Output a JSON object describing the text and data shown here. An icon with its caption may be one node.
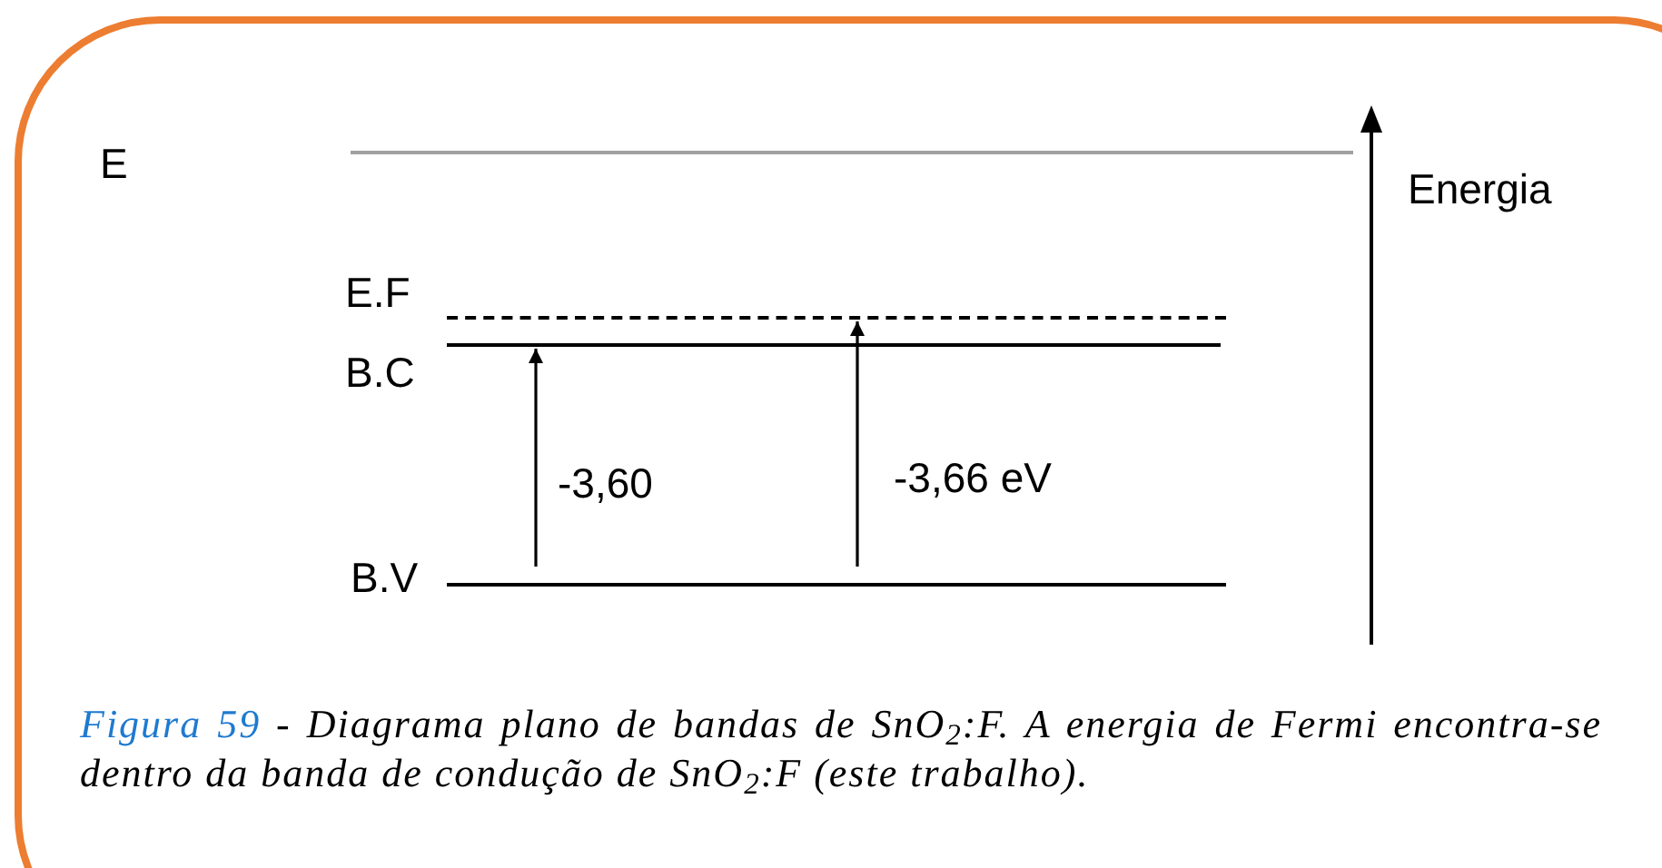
{
  "diagram": {
    "caption": "Figura 59 - Diagrama plano de bandas de SnO$_{2}$:F. A energia de Fermi encontra-se dentro da banda de condução de SnO$_{2}$:F (este trabalho).",
    "nodes": [
      {
        "text": [],
        "shape": "bar"
      },
      {
        "text": [],
        "shape": "bar",
        "beside": [
          "E.F"
        ]
      },
      {
        "text": [],
        "shape": "bar",
        "beside": [
          "B.C"
        ]
      },
      {
        "text": [],
        "shape": "bar",
        "beside": [
          "B.V"
        ]
      }
    ],
    "edges": [
      {
        "from": 3,
        "to": 2,
        "arrow": "to",
        "label": "-3,60"
      },
      {
        "from": 3,
        "to": 1,
        "arrow": "to",
        "label": "-3,66 eV"
      }
    ],
    "labels": [
      "E",
      "Energia"
    ]
  }
}
